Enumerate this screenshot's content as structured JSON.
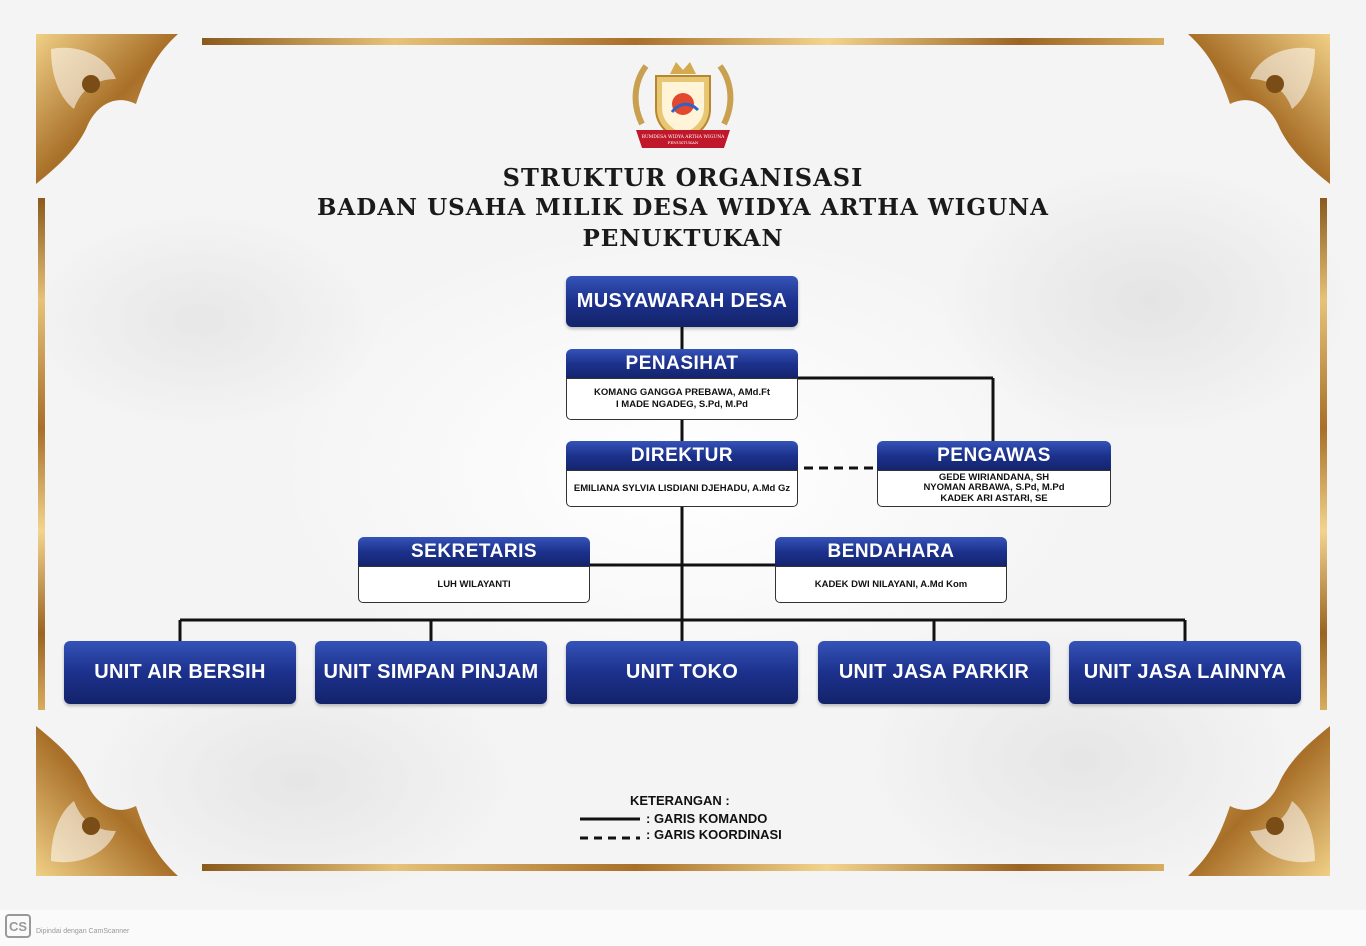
{
  "title": {
    "line1": "STRUKTUR ORGANISASI",
    "line2": "BADAN USAHA MILIK DESA WIDYA ARTHA WIGUNA",
    "line3": "PENUKTUKAN"
  },
  "logo": {
    "banner_text": "BUMDESA WIDYA ARTHA WIGUNA",
    "sub_text": "PENUKTUKAN"
  },
  "nodes": {
    "musyawarah": "MUSYAWARAH DESA",
    "penasihat": {
      "title": "PENASIHAT",
      "members": [
        "KOMANG GANGGA PREBAWA, AMd.Ft",
        "I MADE NGADEG, S.Pd, M.Pd"
      ]
    },
    "direktur": {
      "title": "DIREKTUR",
      "members": [
        "EMILIANA SYLVIA LISDIANI DJEHADU, A.Md Gz"
      ]
    },
    "pengawas": {
      "title": "PENGAWAS",
      "members": [
        "GEDE WIRIANDANA, SH",
        "NYOMAN ARBAWA, S.Pd, M.Pd",
        "KADEK ARI ASTARI, SE"
      ]
    },
    "sekretaris": {
      "title": "SEKRETARIS",
      "members": [
        "LUH WILAYANTI"
      ]
    },
    "bendahara": {
      "title": "BENDAHARA",
      "members": [
        "KADEK DWI NILAYANI, A.Md Kom"
      ]
    },
    "units": [
      "UNIT AIR BERSIH",
      "UNIT SIMPAN PINJAM",
      "UNIT TOKO",
      "UNIT JASA PARKIR",
      "UNIT JASA LAINNYA"
    ]
  },
  "legend": {
    "title": "KETERANGAN :",
    "solid": ": GARIS KOMANDO",
    "dashed": ": GARIS KOORDINASI"
  },
  "scanner": {
    "badge": "CS",
    "text": "Dipindai dengan CamScanner"
  },
  "colors": {
    "box_blue": "#1c318c",
    "gold": "#c89442"
  }
}
